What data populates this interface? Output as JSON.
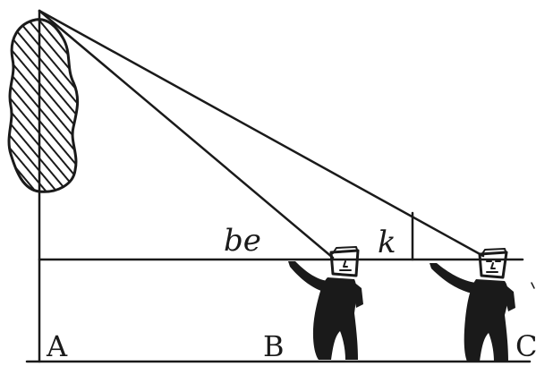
{
  "labels": {
    "point_a": "A",
    "point_b": "B",
    "point_c": "C",
    "angle_near": "be",
    "angle_far": "k"
  }
}
